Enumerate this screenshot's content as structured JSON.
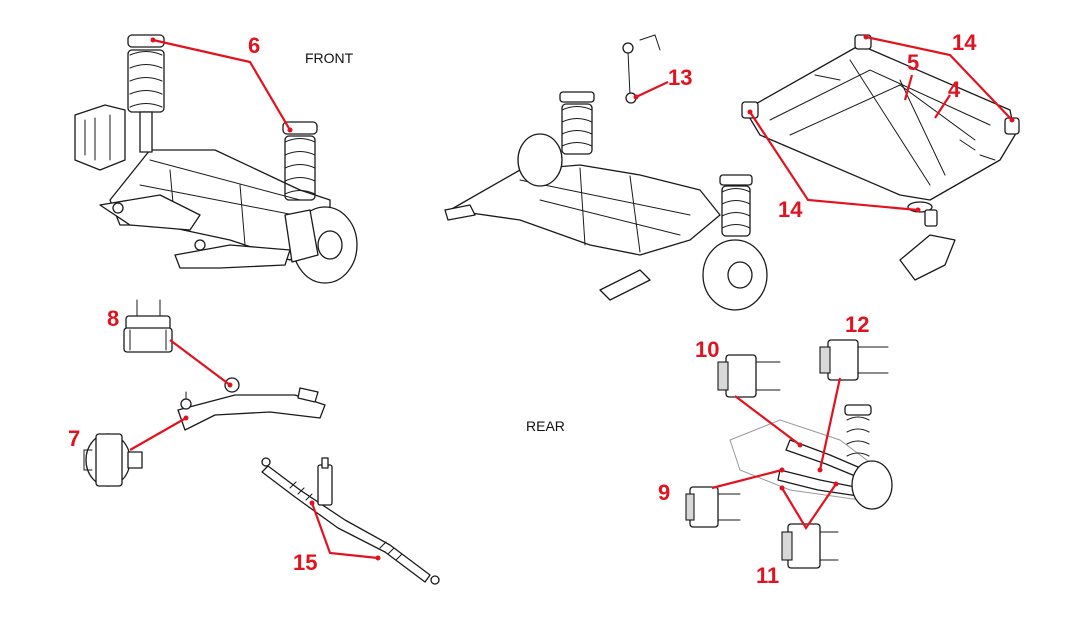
{
  "section_labels": {
    "front": "FRONT",
    "rear": "REAR"
  },
  "callouts": {
    "n4": "4",
    "n5": "5",
    "n6": "6",
    "n7": "7",
    "n8": "8",
    "n9": "9",
    "n10": "10",
    "n11": "11",
    "n12": "12",
    "n13": "13",
    "n14a": "14",
    "n14b": "14",
    "n15": "15"
  },
  "colors": {
    "callout": "#e2121f",
    "line_art": "#1a1a1a",
    "background": "#ffffff"
  }
}
